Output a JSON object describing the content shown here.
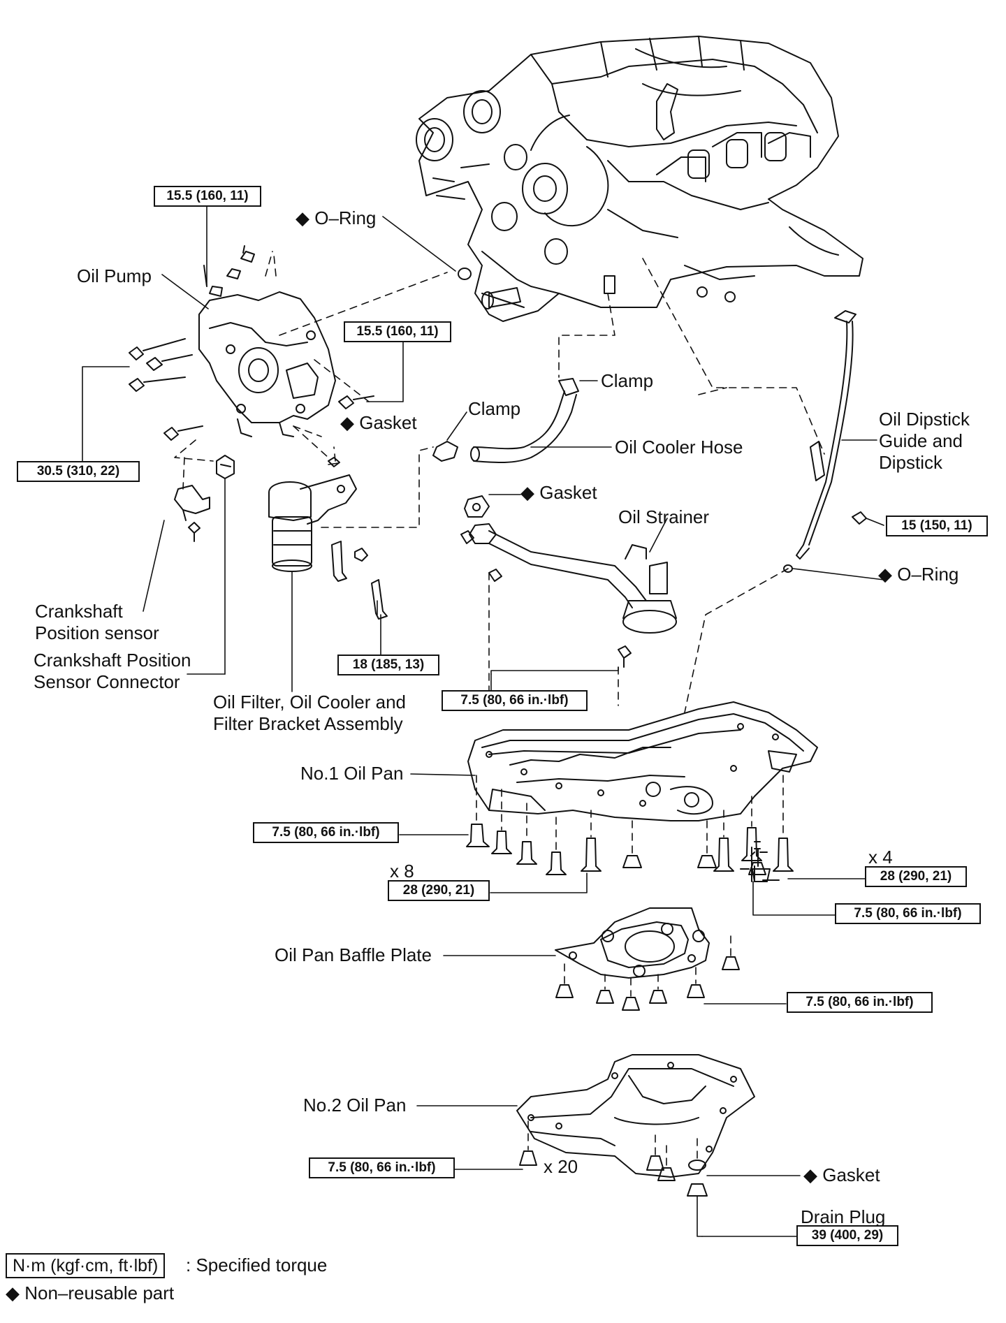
{
  "colors": {
    "ink": "#111111",
    "paper": "#ffffff"
  },
  "labels": {
    "oring_top": "◆ O–Ring",
    "oil_pump": "Oil Pump",
    "gasket_pump": "◆ Gasket",
    "clamp_left": "Clamp",
    "clamp_right": "Clamp",
    "oil_cooler_hose": "Oil Cooler Hose",
    "dipstick": "Oil Dipstick\nGuide and\nDipstick",
    "gasket_strainer": "◆ Gasket",
    "oil_strainer": "Oil Strainer",
    "oring_dipstick": "◆ O–Ring",
    "crank_sensor": "Crankshaft\nPosition sensor",
    "crank_connector": "Crankshaft Position\nSensor Connector",
    "oil_filter": "Oil Filter, Oil Cooler and\nFilter Bracket Assembly",
    "no1_oil_pan": "No.1 Oil Pan",
    "x8": "x 8",
    "x4": "x 4",
    "baffle_plate": "Oil Pan Baffle Plate",
    "no2_oil_pan": "No.2 Oil Pan",
    "x20": "x 20",
    "gasket_drain": "◆ Gasket",
    "drain_plug": "Drain Plug"
  },
  "torques": {
    "t_pump_top": "15.5 (160, 11)",
    "t_pump_mid": "15.5 (160, 11)",
    "t_pump_left": "30.5 (310, 22)",
    "t_dipstick": "15 (150, 11)",
    "t_filter": "18 (185, 13)",
    "t_strainer": "7.5 (80, 66 in.·lbf)",
    "t_pan1_left": "7.5 (80, 66 in.·lbf)",
    "t_pan1_x8": "28 (290, 21)",
    "t_pan1_x4": "28 (290, 21)",
    "t_pan1_right": "7.5 (80, 66 in.·lbf)",
    "t_baffle": "7.5 (80, 66 in.·lbf)",
    "t_pan2": "7.5 (80, 66 in.·lbf)",
    "t_drain": "39 (400, 29)"
  },
  "legend": {
    "box": "N·m (kgf·cm, ft·lbf)",
    "specified": ": Specified torque",
    "nonreusable": "◆ Non–reusable part"
  }
}
